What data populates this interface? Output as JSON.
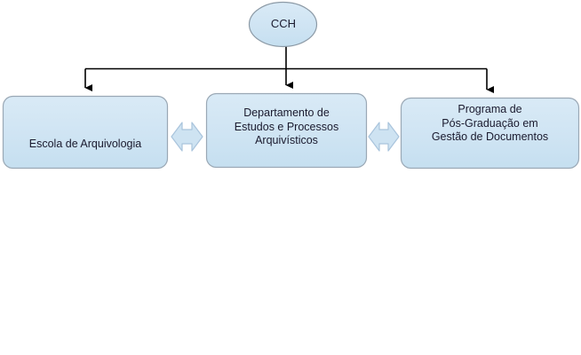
{
  "diagram": {
    "type": "organizational-chart",
    "background_color": "#ffffff",
    "node_fill_color": "#cee3f2",
    "node_border_color": "#9aa8b5",
    "connector_color": "#000000",
    "arrow_fill_color": "#cee3f2",
    "arrow_border_color": "#a9c4dc",
    "text_color": "#1a1a2e",
    "root": {
      "id": "cch",
      "shape": "ellipse",
      "label": "CCH"
    },
    "boxes": [
      {
        "id": "escola-de-arquivologia",
        "shape": "rounded-rect",
        "label": "Escola de Arquivologia"
      },
      {
        "id": "departamento-de-estudos-e-processos-arquivisticos",
        "shape": "rounded-rect",
        "label": "Departamento de\nEstudos e Processos\nArquivísticos"
      },
      {
        "id": "programa-de-pos-graduacao-em-gestao-de-documentos",
        "shape": "rounded-rect",
        "label": "Programa de\nPós-Graduação em\nGestão de Documentos"
      }
    ],
    "bidirectional_arrows": [
      {
        "id": "arrow-escola-departamento",
        "from": "escola-de-arquivologia",
        "to": "departamento-de-estudos-e-processos-arquivisticos"
      },
      {
        "id": "arrow-departamento-programa",
        "from": "departamento-de-estudos-e-processos-arquivisticos",
        "to": "programa-de-pos-graduacao-em-gestao-de-documentos"
      }
    ],
    "hierarchy_links": [
      {
        "id": "link-cch-escola",
        "from": "cch",
        "to": "escola-de-arquivologia"
      },
      {
        "id": "link-cch-departamento",
        "from": "cch",
        "to": "departamento-de-estudos-e-processos-arquivisticos"
      },
      {
        "id": "link-cch-programa",
        "from": "cch",
        "to": "programa-de-pos-graduacao-em-gestao-de-documentos"
      }
    ]
  }
}
